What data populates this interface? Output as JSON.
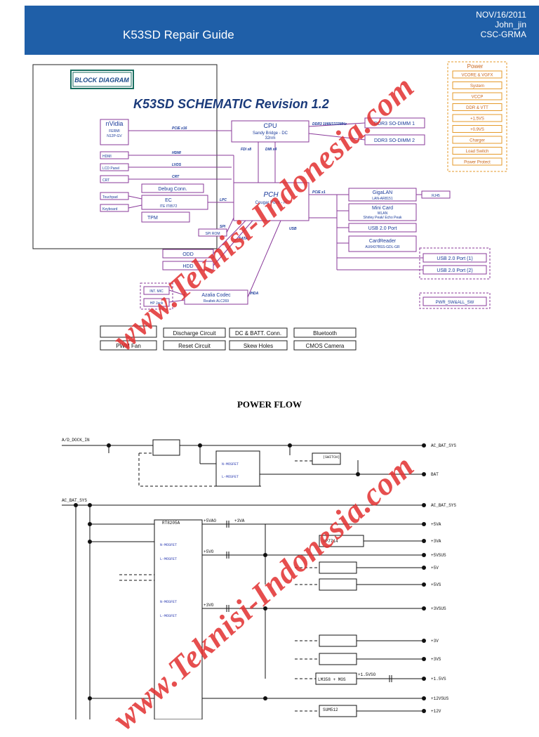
{
  "header": {
    "title": "K53SD Repair Guide",
    "date": "NOV/16/2011",
    "author": "John_jin",
    "dept": "CSC-GRMA"
  },
  "block": {
    "badge": "BLOCK DIAGRAM",
    "title": "K53SD SCHEMATIC Revision 1.2",
    "nvidia": [
      "nVidia",
      "FERMI",
      "N12P-GV"
    ],
    "cpu": [
      "CPU",
      "Sandy Bridge - DC",
      "32nm"
    ],
    "ddr1": "DDR3 SO-DIMM 1",
    "ddr2": "DDR3 SO-DIMM 2",
    "pch": [
      "PCH",
      "Cougar Point - H"
    ],
    "left": [
      "HDMI",
      "LCD Panel",
      "CRT",
      "Touchpad",
      "Keyboard"
    ],
    "debug": "Debug Conn.",
    "ec": [
      "EC",
      "ITE IT8572"
    ],
    "tpm": "TPM",
    "spirom": "SPI ROM",
    "odd": "ODD",
    "hdd": "HDD",
    "intmic": "INT. MIC",
    "hpjack": "HP Jack",
    "azalia": [
      "Azalia Codec",
      "Realtek ALC269"
    ],
    "gigalan": [
      "GigaLAN",
      "LAN-AR8151"
    ],
    "rj45": "RJ45",
    "minicard": [
      "Mini Card",
      "WLAN",
      "Shirley Peak/ Echo Peak"
    ],
    "usbport": "USB 2.0 Port",
    "cardreader": [
      "CardReader",
      "AU6437BSS-GDL-GR"
    ],
    "usb1": "USB 2.0 Port (1)",
    "usb2": "USB 2.0 Port (2)",
    "pwrsw": "PWR_SW&ALL_SW",
    "bus": [
      "PCIE x16",
      "DDR3 1066/1333MHz",
      "FDI x8",
      "DMI x4",
      "HDMI",
      "LVDS",
      "CRT",
      "LPC",
      "SPI",
      "SATA",
      "IHDA",
      "PCIE x1",
      "USB"
    ],
    "bottom": [
      "Discharge Circuit",
      "DC & BATT. Conn.",
      "Bluetooth",
      "PWM Fan",
      "Reset Circuit",
      "Skew Holes",
      "CMOS Camera"
    ]
  },
  "power_list": [
    "Power",
    "VCORE & VGFX",
    "System",
    "VCCP",
    "DDR & VTT",
    "+1.5VS",
    "+0.9VS",
    "Charger",
    "Load Switch",
    "Power Protect"
  ],
  "flow": {
    "title": "POWER FLOW",
    "rails": [
      "A/D_DOCK_IN",
      "AC_BAT_SYS"
    ],
    "outputs": [
      "AC_BAT_SYS",
      "BAT",
      "AC_BAT_SYS",
      "+5VA",
      "+3VA",
      "+5VSUS",
      "+5V",
      "+5VS",
      "+3VSUS",
      "+3V",
      "+3VS",
      "+1.5VS",
      "+12VSUS",
      "+12V"
    ],
    "chips": [
      "RT8205A",
      "UP7714",
      "LM358 + MOS",
      "SUM512"
    ],
    "mosfet": [
      "N-MOSFET",
      "L-MOSFET"
    ],
    "switch": "(SWITCH)",
    "labels": [
      "+5VAO",
      "+3VA",
      "+5VO",
      "+3VO",
      "+1.5VSO"
    ]
  },
  "watermark": "www.Teknisi-Indonesia.com"
}
